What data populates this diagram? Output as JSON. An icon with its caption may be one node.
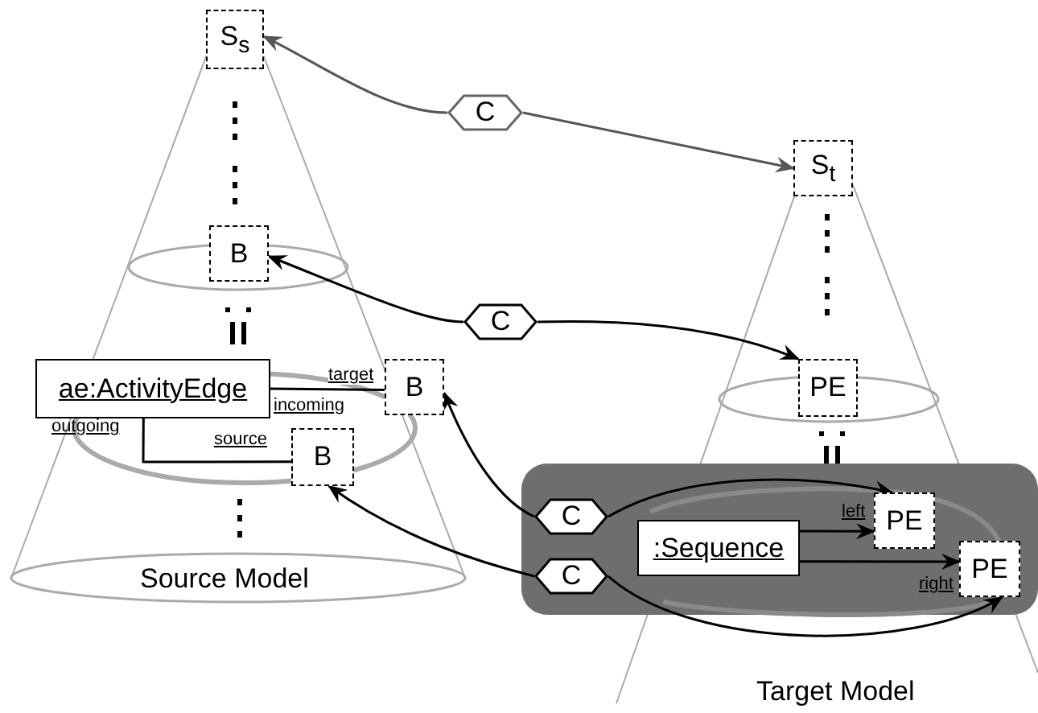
{
  "diagram": {
    "nodes": [
      {
        "text": [
          "S$_{s}$"
        ]
      },
      {
        "text": [
          "B"
        ]
      },
      {
        "text": [
          "ae:ActivityEdge"
        ]
      },
      {
        "text": [
          "B"
        ]
      },
      {
        "text": [
          "B"
        ]
      },
      {
        "text": [
          "C"
        ]
      },
      {
        "text": [
          "S$_{t}$"
        ]
      },
      {
        "text": [
          "C"
        ]
      },
      {
        "text": [
          "PE"
        ]
      },
      {
        "text": [],
        "shape": "box"
      },
      {
        "text": [
          "C"
        ],
        "in": 9
      },
      {
        "text": [
          ":Sequence"
        ],
        "in": 9
      },
      {
        "text": [
          "PE"
        ],
        "in": 9
      },
      {
        "text": [
          "C"
        ],
        "in": 9
      },
      {
        "text": [
          "PE"
        ],
        "in": 9
      }
    ],
    "edges": [
      {
        "from": 5,
        "to": 0,
        "arrow": "to",
        "color": "#555555"
      },
      {
        "from": 5,
        "to": 6,
        "arrow": "to",
        "color": "#555555"
      },
      {
        "from": 7,
        "to": 1,
        "arrow": "to"
      },
      {
        "from": 7,
        "to": 8,
        "arrow": "to"
      },
      {
        "from": 10,
        "to": 3,
        "arrow": "to"
      },
      {
        "from": 10,
        "to": 12,
        "arrow": "to"
      },
      {
        "from": 13,
        "to": 4,
        "arrow": "to"
      },
      {
        "from": 13,
        "to": 14,
        "arrow": "to"
      },
      {
        "from": 2,
        "to": 3,
        "arrow": "none",
        "label": "target"
      },
      {
        "from": 2,
        "to": 4,
        "arrow": "none",
        "label": "source"
      },
      {
        "from": 11,
        "to": 12,
        "arrow": "to",
        "label": "left"
      },
      {
        "from": 11,
        "to": 14,
        "arrow": "to",
        "label": "right"
      }
    ],
    "labels": [
      "incoming",
      "outgoing",
      "Source Model",
      "Target Model"
    ]
  }
}
